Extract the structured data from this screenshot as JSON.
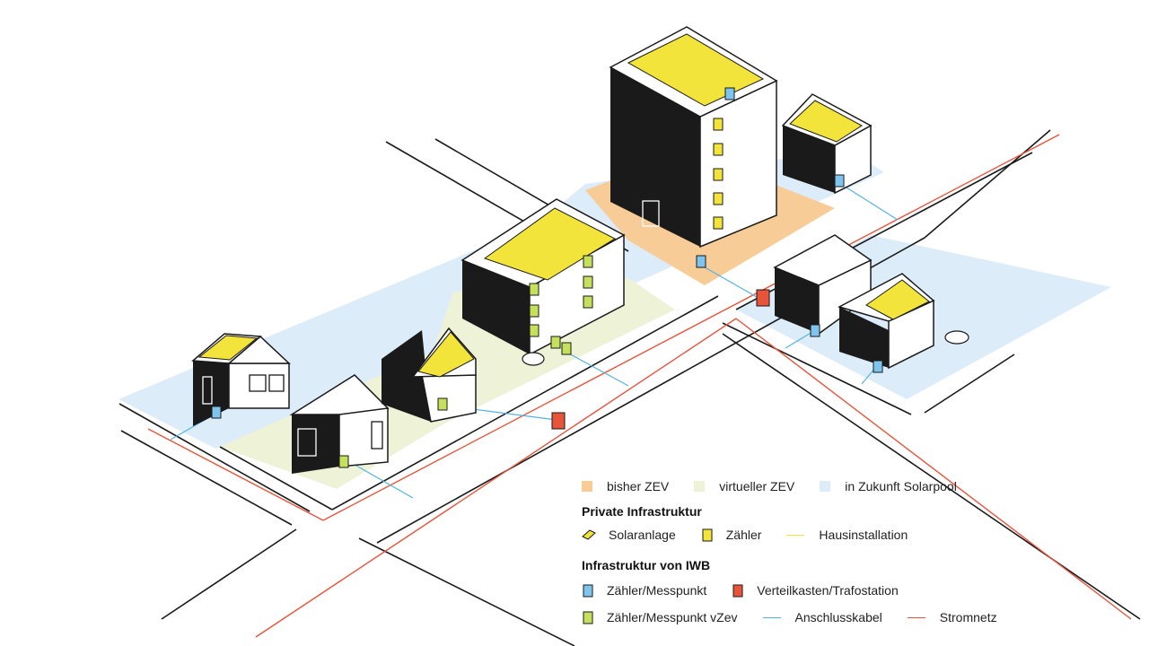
{
  "colors": {
    "zev_existing": "#f8cc97",
    "zev_virtual": "#eef3d8",
    "solarpool_future": "#dcecf9",
    "solar_panel": "#f2e43a",
    "meter_private": "#f2e43a",
    "meter_iwb": "#7ec4ec",
    "meter_iwb_vzev": "#c5e05a",
    "distribution_box": "#e8543a",
    "house_installation": "#f2e43a",
    "connection_cable": "#54b4e0",
    "power_grid": "#e8543a",
    "outline": "#1a1a1a"
  },
  "legend": {
    "areas": [
      {
        "label": "bisher ZEV",
        "color_key": "zev_existing"
      },
      {
        "label": "virtueller ZEV",
        "color_key": "zev_virtual"
      },
      {
        "label": "in Zukunft Solarpool",
        "color_key": "solarpool_future"
      }
    ],
    "private": {
      "heading": "Private Infrastruktur",
      "items": [
        {
          "label": "Solaranlage",
          "icon": "solar-panel-icon"
        },
        {
          "label": "Zähler",
          "icon": "private-meter-icon"
        },
        {
          "label": "Hausinstallation",
          "icon": "house-installation-line"
        }
      ]
    },
    "iwb": {
      "heading": "Infrastruktur von IWB",
      "items": [
        {
          "label": "Zähler/Messpunkt",
          "icon": "iwb-meter-icon"
        },
        {
          "label": "Verteilkasten/Trafostation",
          "icon": "distribution-box-icon"
        },
        {
          "label": "Zähler/Messpunkt vZev",
          "icon": "iwb-vzev-meter-icon"
        },
        {
          "label": "Anschlusskabel",
          "icon": "connection-cable-line"
        },
        {
          "label": "Stromnetz",
          "icon": "power-grid-line"
        }
      ]
    }
  }
}
